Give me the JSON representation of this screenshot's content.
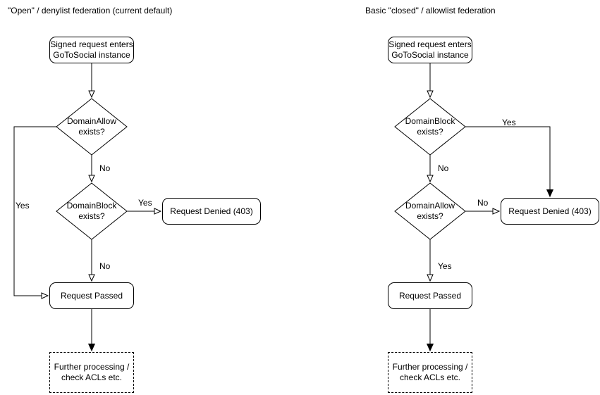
{
  "canvas": {
    "background": "#ffffff",
    "stroke_color": "#000000"
  },
  "charts": [
    {
      "title": "\"Open\" / denylist federation (current default)",
      "nodes": {
        "start": "Signed request enters\nGoToSocial instance",
        "decision1": "DomainAllow\nexists?",
        "decision2": "DomainBlock\nexists?",
        "denied": "Request Denied (403)",
        "passed": "Request Passed",
        "further": "Further processing /\ncheck ACLs etc."
      },
      "labels": {
        "decision1_no": "No",
        "decision1_yes": "Yes",
        "decision2_yes": "Yes",
        "decision2_no": "No"
      }
    },
    {
      "title": "Basic \"closed\" / allowlist federation",
      "nodes": {
        "start": "Signed request enters\nGoToSocial instance",
        "decision1": "DomainBlock\nexists?",
        "decision2": "DomainAllow\nexists?",
        "denied": "Request Denied (403)",
        "passed": "Request Passed",
        "further": "Further processing /\ncheck ACLs etc."
      },
      "labels": {
        "decision1_yes": "Yes",
        "decision1_no": "No",
        "decision2_no": "No",
        "decision2_yes": "Yes"
      }
    }
  ]
}
